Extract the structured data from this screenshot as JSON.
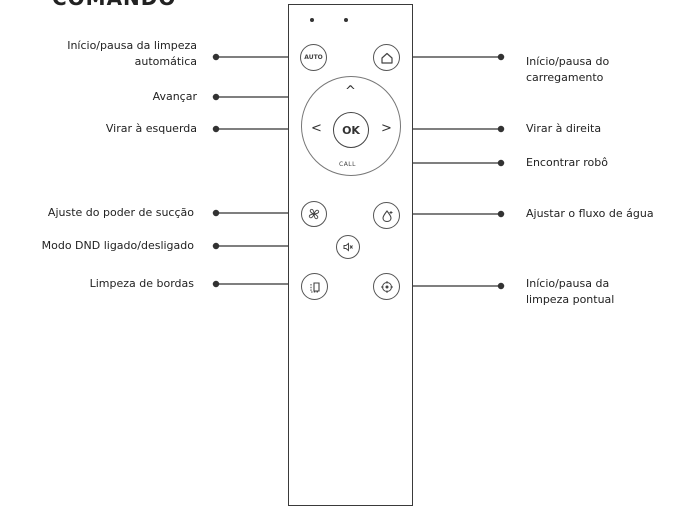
{
  "header": {
    "title": "COMANDO"
  },
  "remote": {
    "buttons": {
      "auto": "AUTO",
      "ok": "OK",
      "call": "CALL",
      "up": "^",
      "left": "<",
      "right": ">"
    }
  },
  "labels": {
    "auto_clean": "Início/pausa da limpeza\nautomática",
    "forward": "Avançar",
    "turn_left": "Virar à esquerda",
    "suction": "Ajuste do poder de sucção",
    "dnd": "Modo DND ligado/desligado",
    "edge": "Limpeza de bordas",
    "charge": "Início/pausa do\ncarregamento",
    "turn_right": "Virar à direita",
    "find_robot": "Encontrar robô",
    "water": "Ajustar o fluxo de água",
    "spot": "Início/pausa da\nlimpeza pontual"
  }
}
